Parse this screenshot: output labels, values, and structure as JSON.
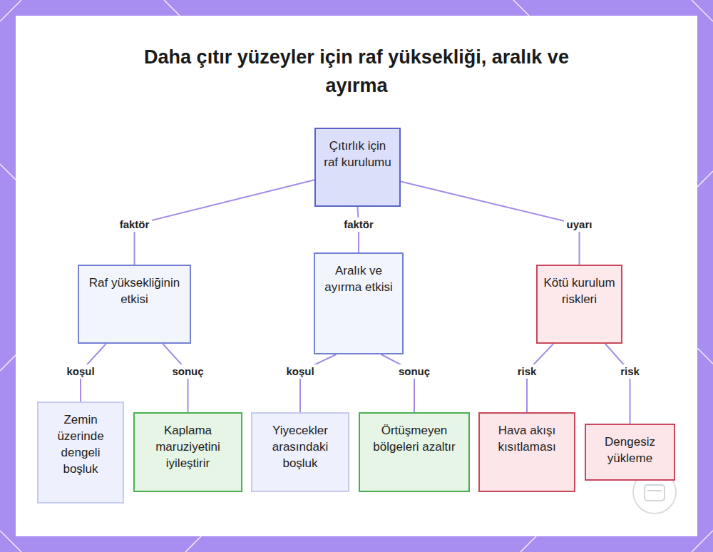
{
  "diagram": {
    "title": "Daha çıtır yüzeyler için raf yüksekliği, aralık ve ayırma",
    "nodes": [
      {
        "text": [
          "Çıtırlık için raf kurulumu"
        ]
      },
      {
        "text": [
          "Raf yüksekliğinin etkisi"
        ]
      },
      {
        "text": [
          "Aralık ve ayırma etkisi"
        ]
      },
      {
        "text": [
          "Kötü kurulum riskleri"
        ]
      },
      {
        "text": [
          "Zemin üzerinde dengeli boşluk"
        ]
      },
      {
        "text": [
          "Kaplama maruziyetini iyileştirir"
        ]
      },
      {
        "text": [
          "Yiyecekler arasındaki boşluk"
        ]
      },
      {
        "text": [
          "Örtüşmeyen bölgeleri azaltır"
        ]
      },
      {
        "text": [
          "Hava akışı kısıtlaması"
        ]
      },
      {
        "text": [
          "Dengesiz yükleme"
        ]
      }
    ],
    "edges": [
      {
        "from": 0,
        "to": 1,
        "label": "faktör",
        "arrow": "none"
      },
      {
        "from": 0,
        "to": 2,
        "label": "faktör",
        "arrow": "none"
      },
      {
        "from": 0,
        "to": 3,
        "label": "uyarı",
        "arrow": "none"
      },
      {
        "from": 1,
        "to": 4,
        "label": "koşul",
        "arrow": "none"
      },
      {
        "from": 1,
        "to": 5,
        "label": "sonuç",
        "arrow": "none"
      },
      {
        "from": 2,
        "to": 6,
        "label": "koşul",
        "arrow": "none"
      },
      {
        "from": 2,
        "to": 7,
        "label": "sonuç",
        "arrow": "none"
      },
      {
        "from": 3,
        "to": 8,
        "label": "risk",
        "arrow": "none"
      },
      {
        "from": 3,
        "to": 9,
        "label": "risk",
        "arrow": "none"
      }
    ]
  }
}
